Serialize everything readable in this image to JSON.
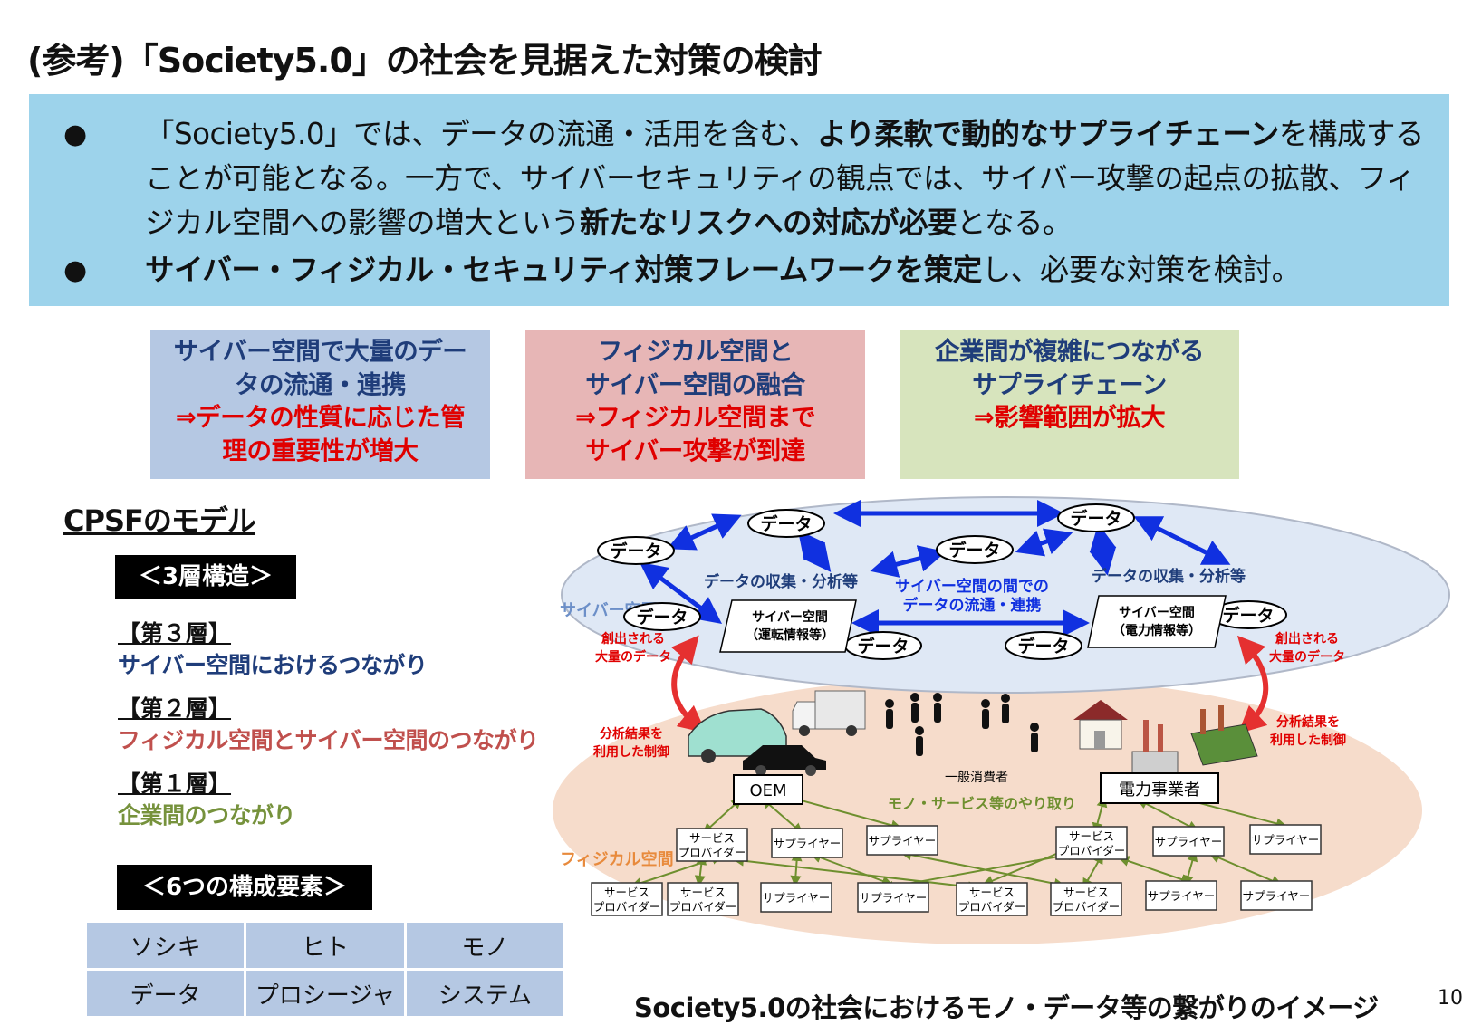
{
  "title": "(参考)「Society5.0」の社会を見据えた対策の検討",
  "summary": {
    "bullet1": {
      "part1": "「Society5.0」では、データの流通・活用を含む、",
      "bold1": "より柔軟で動的なサプライチェーン",
      "part2": "を構成することが可能となる。一方で、サイバーセキュリティの観点では、サイバー攻撃の起点の拡散、フィジカル空間への影響の増大という",
      "bold2": "新たなリスクへの対応が必要",
      "part3": "となる。"
    },
    "bullet2": {
      "bold1": "サイバー・フィジカル・セキュリティ対策フレームワークを策定",
      "part1": "し、必要な対策を検討。"
    }
  },
  "boxes": [
    {
      "line1": "サイバー空間で大量のデー",
      "line2": "タの流通・連携",
      "line3": "⇒データの性質に応じた管",
      "line4": "理の重要性が増大",
      "bg": "#b5c8e3"
    },
    {
      "line1": "フィジカル空間と",
      "line2": "サイバー空間の融合",
      "line3": "⇒フィジカル空間まで",
      "line4": "サイバー攻撃が到達",
      "bg": "#e7b6b6"
    },
    {
      "line1": "企業間が複雑につながる",
      "line2": "サプライチェーン",
      "line3": "⇒影響範囲が拡大",
      "bg": "#d7e4bd"
    }
  ],
  "cpsf": {
    "heading": "CPSFのモデル",
    "three_layer_label": "＜3層構造＞",
    "layer3": {
      "heading": "【第３層】",
      "text": "サイバー空間におけるつながり",
      "color": "#1f3d7a"
    },
    "layer2": {
      "heading": "【第２層】",
      "text": "フィジカル空間とサイバー空間のつながり",
      "color": "#c0504d"
    },
    "layer1": {
      "heading": "【第１層】",
      "text": "企業間のつながり",
      "color": "#76923c"
    },
    "six_elements_label": "＜6つの構成要素＞",
    "elements": [
      [
        "ソシキ",
        "ヒト",
        "モノ"
      ],
      [
        "データ",
        "プロシージャ",
        "システム"
      ]
    ]
  },
  "diagram": {
    "cyber_space_label": "サイバー空間",
    "physical_space_label": "フィジカル空間",
    "data_label": "データ",
    "collect_analyze": "データの収集・分析等",
    "flow_line1": "サイバー空間の間での",
    "flow_line2": "データの流通・連携",
    "cyber_box1_line1": "サイバー空間",
    "cyber_box1_line2": "（運転情報等）",
    "cyber_box2_line1": "サイバー空間",
    "cyber_box2_line2": "（電力情報等）",
    "generated_line1": "創出される",
    "generated_line2": "大量のデータ",
    "control_line1": "分析結果を",
    "control_line2": "利用した制御",
    "consumers": "一般消費者",
    "oem": "OEM",
    "power_company": "電力事業者",
    "exchange": "モノ・サービス等のやり取り",
    "service_provider_line1": "サービス",
    "service_provider_line2": "プロバイダー",
    "supplier": "サプライヤー"
  },
  "caption": "Society5.0の社会におけるモノ・データ等の繋がりのイメージ",
  "page_number": "10",
  "colors": {
    "accent_blue": "#1f3d7a",
    "accent_red": "#e00000",
    "arrow_blue": "#1030e0",
    "arrow_red": "#e53030",
    "cyber_fill": "#dfe8f5",
    "physical_fill": "#f6dccb"
  }
}
